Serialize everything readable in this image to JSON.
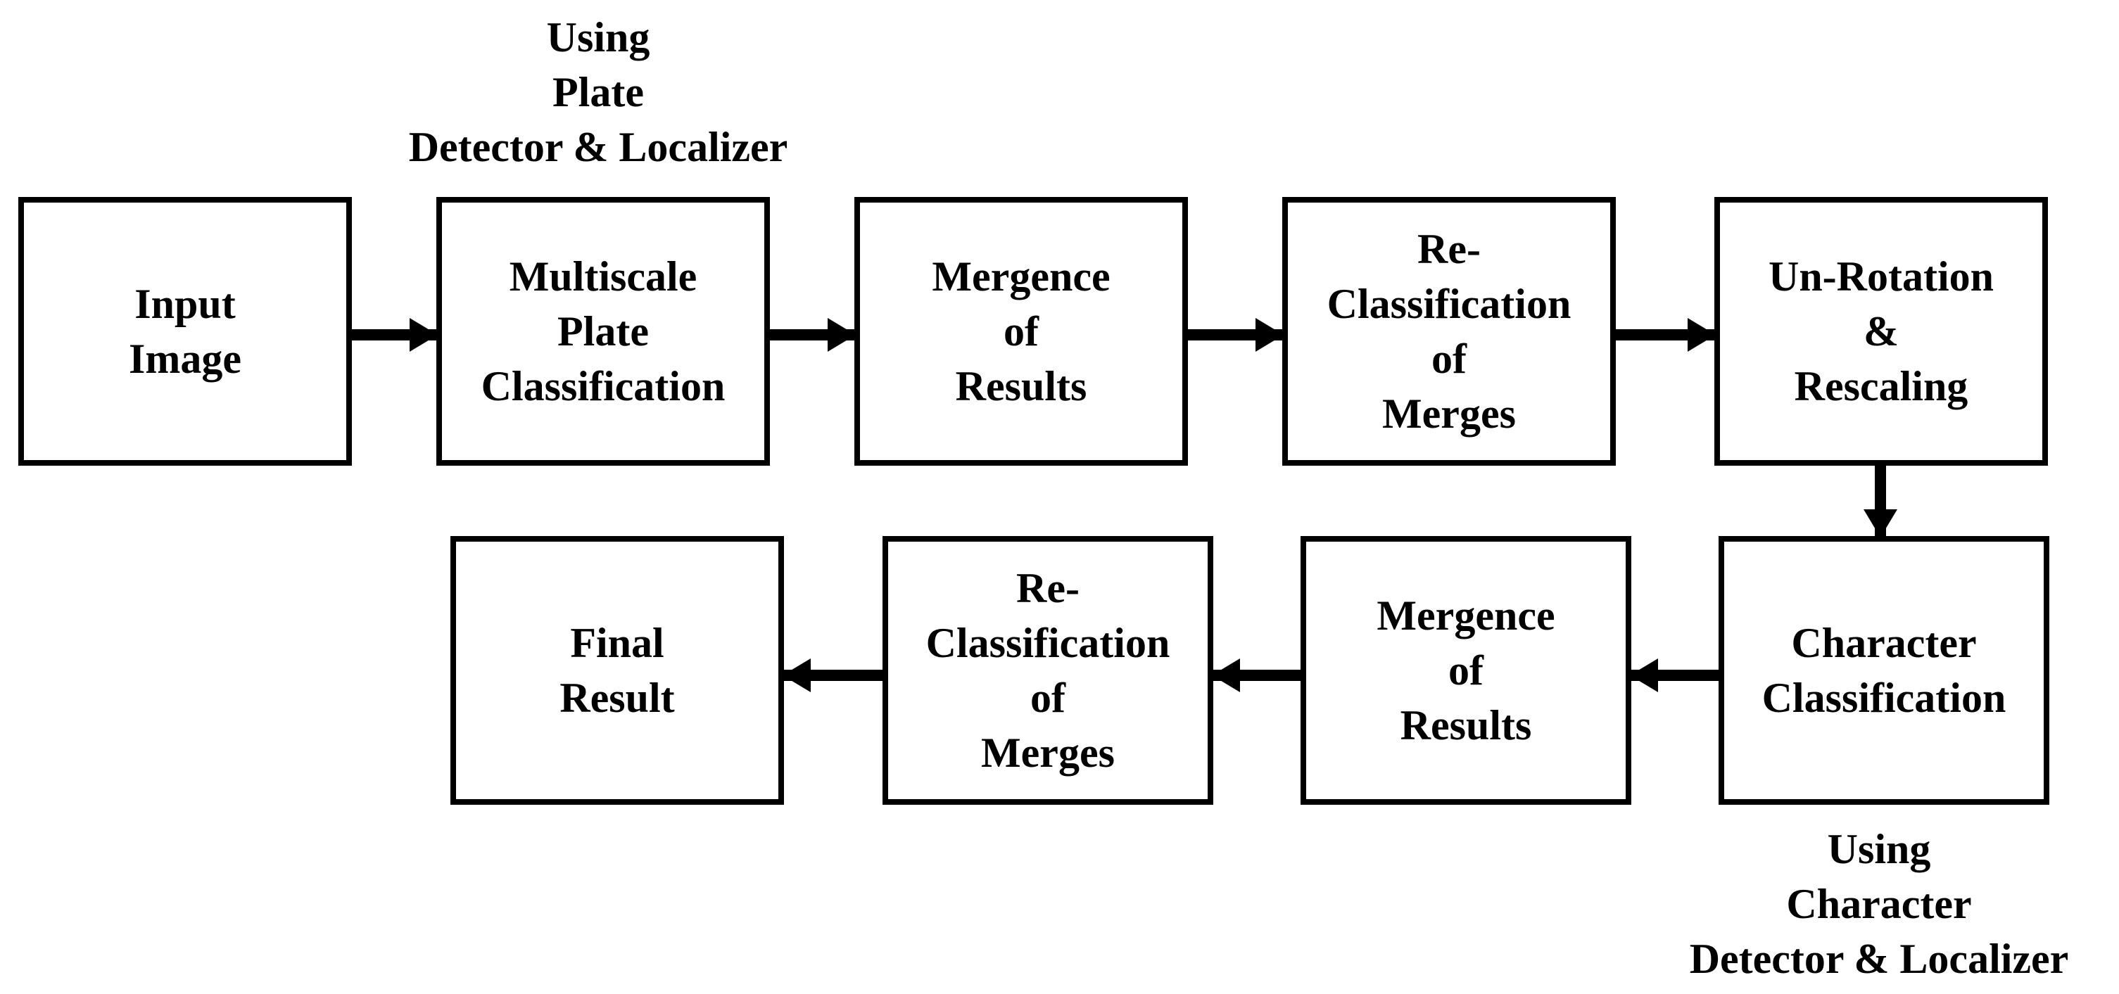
{
  "diagram": {
    "annotations": {
      "plate_detector": "Using\nPlate\nDetector & Localizer",
      "character_detector": "Using\nCharacter\nDetector & Localizer"
    },
    "boxes": {
      "input_image": "Input\nImage",
      "multiscale_plate_classification": "Multiscale\nPlate\nClassification",
      "mergence_of_results_1": "Mergence\nof\nResults",
      "reclassification_of_merges_1": "Re-\nClassification\nof\nMerges",
      "unrotation_rescaling": "Un-Rotation\n&\nRescaling",
      "character_classification": "Character\nClassification",
      "mergence_of_results_2": "Mergence\nof\nResults",
      "reclassification_of_merges_2": "Re-\nClassification\nof\nMerges",
      "final_result": "Final\nResult"
    },
    "colors": {
      "stroke": "#000000",
      "background": "#ffffff"
    }
  }
}
